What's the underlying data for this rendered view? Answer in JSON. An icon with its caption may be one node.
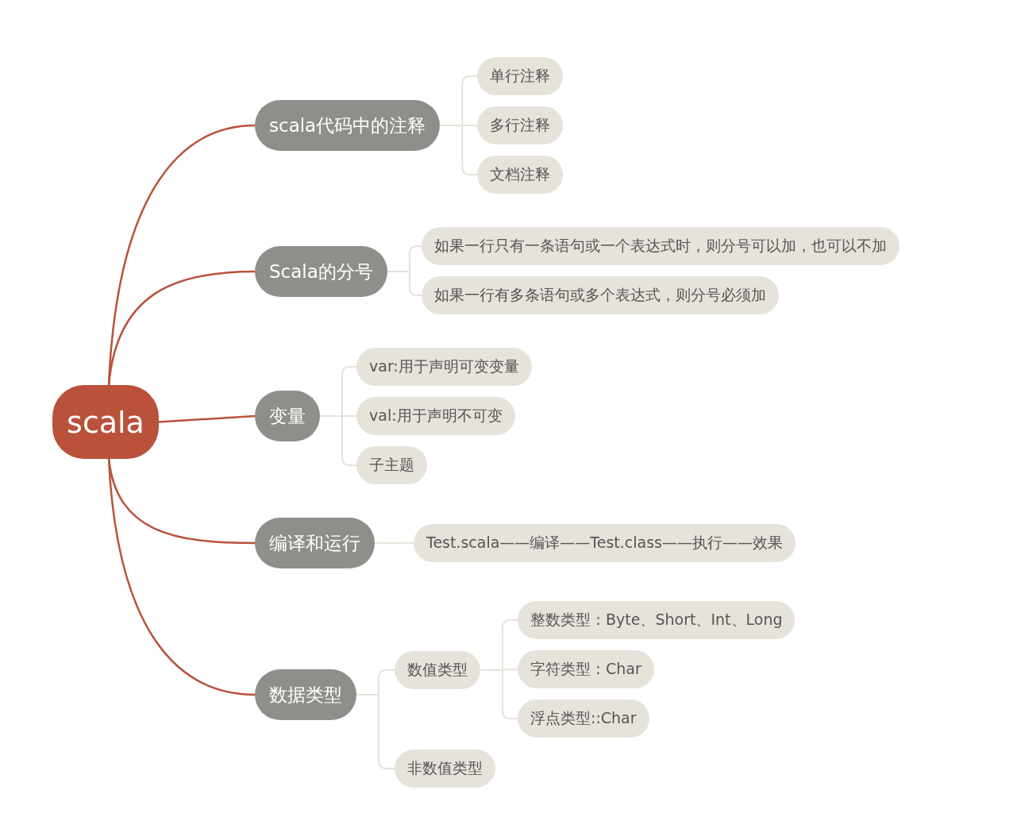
{
  "diagram": {
    "nodes": [
      {
        "text": [
          "scala"
        ]
      },
      {
        "text": [
          "scala代码中的注释"
        ]
      },
      {
        "text": [
          "单行注释"
        ]
      },
      {
        "text": [
          "多行注释"
        ]
      },
      {
        "text": [
          "文档注释"
        ]
      },
      {
        "text": [
          "Scala的分号"
        ]
      },
      {
        "text": [
          "如果一行只有一条语句或一个表达式时，则分号可以加，也可以不加"
        ]
      },
      {
        "text": [
          "如果一行有多条语句或多个表达式，则分号必须加"
        ]
      },
      {
        "text": [
          "变量"
        ]
      },
      {
        "text": [
          "var:用于声明可变变量"
        ]
      },
      {
        "text": [
          "val:用于声明不可变"
        ]
      },
      {
        "text": [
          "子主题"
        ]
      },
      {
        "text": [
          "编译和运行"
        ]
      },
      {
        "text": [
          "Test.scala——编译——Test.class——执行——效果"
        ]
      },
      {
        "text": [
          "数据类型"
        ]
      },
      {
        "text": [
          "数值类型"
        ]
      },
      {
        "text": [
          "整数类型：Byte、Short、Int、Long"
        ]
      },
      {
        "text": [
          "字符类型：Char"
        ]
      },
      {
        "text": [
          "浮点类型::Char"
        ]
      },
      {
        "text": [
          "非数值类型"
        ]
      }
    ],
    "edges": [
      {
        "from": 0,
        "to": 1,
        "arrow": "none",
        "color": "#b9513b"
      },
      {
        "from": 0,
        "to": 5,
        "arrow": "none",
        "color": "#b9513b"
      },
      {
        "from": 0,
        "to": 8,
        "arrow": "none",
        "color": "#b9513b"
      },
      {
        "from": 0,
        "to": 12,
        "arrow": "none",
        "color": "#b9513b"
      },
      {
        "from": 0,
        "to": 14,
        "arrow": "none",
        "color": "#b9513b"
      },
      {
        "from": 1,
        "to": 2,
        "arrow": "none"
      },
      {
        "from": 1,
        "to": 3,
        "arrow": "none"
      },
      {
        "from": 1,
        "to": 4,
        "arrow": "none"
      },
      {
        "from": 5,
        "to": 6,
        "arrow": "none"
      },
      {
        "from": 5,
        "to": 7,
        "arrow": "none"
      },
      {
        "from": 8,
        "to": 9,
        "arrow": "none"
      },
      {
        "from": 8,
        "to": 10,
        "arrow": "none"
      },
      {
        "from": 8,
        "to": 11,
        "arrow": "none"
      },
      {
        "from": 12,
        "to": 13,
        "arrow": "none"
      },
      {
        "from": 14,
        "to": 15,
        "arrow": "none"
      },
      {
        "from": 14,
        "to": 19,
        "arrow": "none"
      },
      {
        "from": 15,
        "to": 16,
        "arrow": "none"
      },
      {
        "from": 15,
        "to": 17,
        "arrow": "none"
      },
      {
        "from": 15,
        "to": 18,
        "arrow": "none"
      }
    ]
  }
}
